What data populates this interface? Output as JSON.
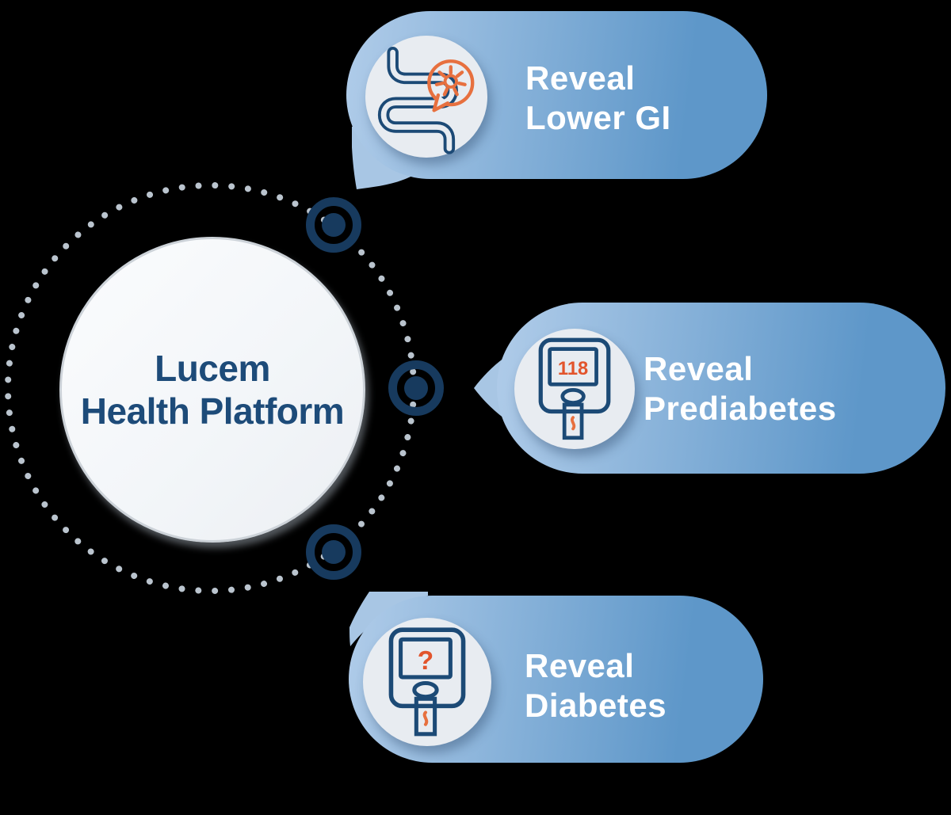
{
  "hub": {
    "line1": "Lucem",
    "line2": "Health Platform"
  },
  "bubbles": [
    {
      "id": "lower-gi",
      "line1": "Reveal",
      "line2": "Lower GI",
      "icon": "intestines-with-virus-icon"
    },
    {
      "id": "prediabetes",
      "line1": "Reveal",
      "line2": "Prediabetes",
      "icon": "glucose-meter-icon",
      "reading": "118"
    },
    {
      "id": "diabetes",
      "line1": "Reveal",
      "line2": "Diabetes",
      "icon": "glucose-meter-icon",
      "reading": "?"
    }
  ],
  "colors": {
    "navy_text": "#1d4b79",
    "navy_connector": "#173a5e",
    "icon_line_navy": "#1c4a76",
    "orange": "#e7703f",
    "orange_reading": "#e2542c",
    "bubble_gradient_light": "#b0cce9",
    "bubble_gradient_dark": "#5e97c9",
    "tail_blue": "#a8c6e4",
    "dotted_ring": "#bac4ce",
    "hub_fill": "#f3f6f9",
    "icon_circle_fill": "#e8ecf1"
  }
}
